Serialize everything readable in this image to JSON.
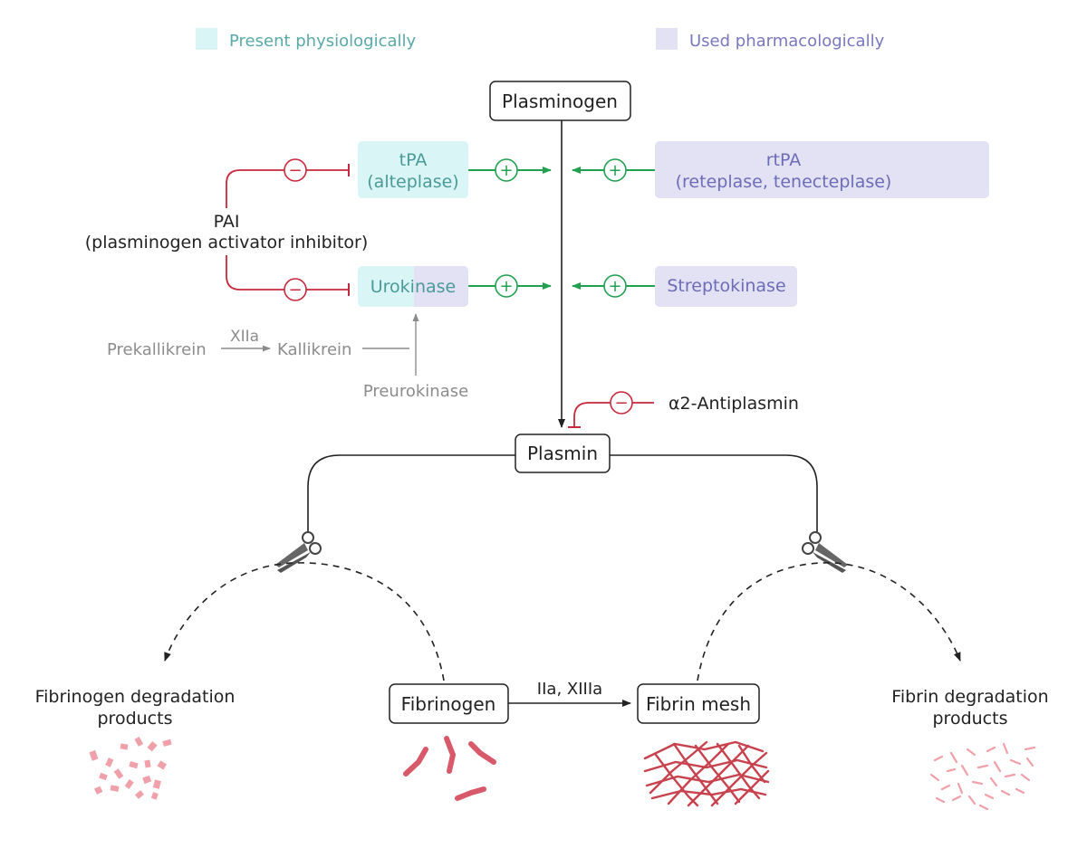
{
  "legend": {
    "physiological": "Present physiologically",
    "pharmacological": "Used pharmacologically"
  },
  "nodes": {
    "plasminogen": "Plasminogen",
    "tpa_line1": "tPA",
    "tpa_line2": "(alteplase)",
    "rtpa_line1": "rtPA",
    "rtpa_line2": "(reteplase, tenecteplase)",
    "urokinase": "Urokinase",
    "streptokinase": "Streptokinase",
    "pai_line1": "PAI",
    "pai_line2": "(plasminogen activator inhibitor)",
    "prekallikrein": "Prekallikrein",
    "xiia": "XIIa",
    "kallikrein": "Kallikrein",
    "preurokinase": "Preurokinase",
    "antiplasmin": "α2-Antiplasmin",
    "plasmin": "Plasmin",
    "fibrinogen": "Fibrinogen",
    "fibrinogen_edge": "IIa, XIIIa",
    "fibrin_mesh": "Fibrin mesh",
    "fdp_line1": "Fibrinogen degradation",
    "fdp_line2": "products",
    "fbdp_line1": "Fibrin degradation",
    "fbdp_line2": "products"
  },
  "symbols": {
    "plus": "+",
    "minus": "−"
  },
  "colors": {
    "physiological_fill": "#d9f5f5",
    "physiological_text": "#5aa8a8",
    "pharmacological_fill": "#e2e2f4",
    "pharmacological_text": "#7878c0",
    "activation": "#22a050",
    "inhibition": "#c8283c",
    "fragment": "#d85a6a",
    "neutral_text": "#222222",
    "gray_text": "#8c8c8c"
  }
}
